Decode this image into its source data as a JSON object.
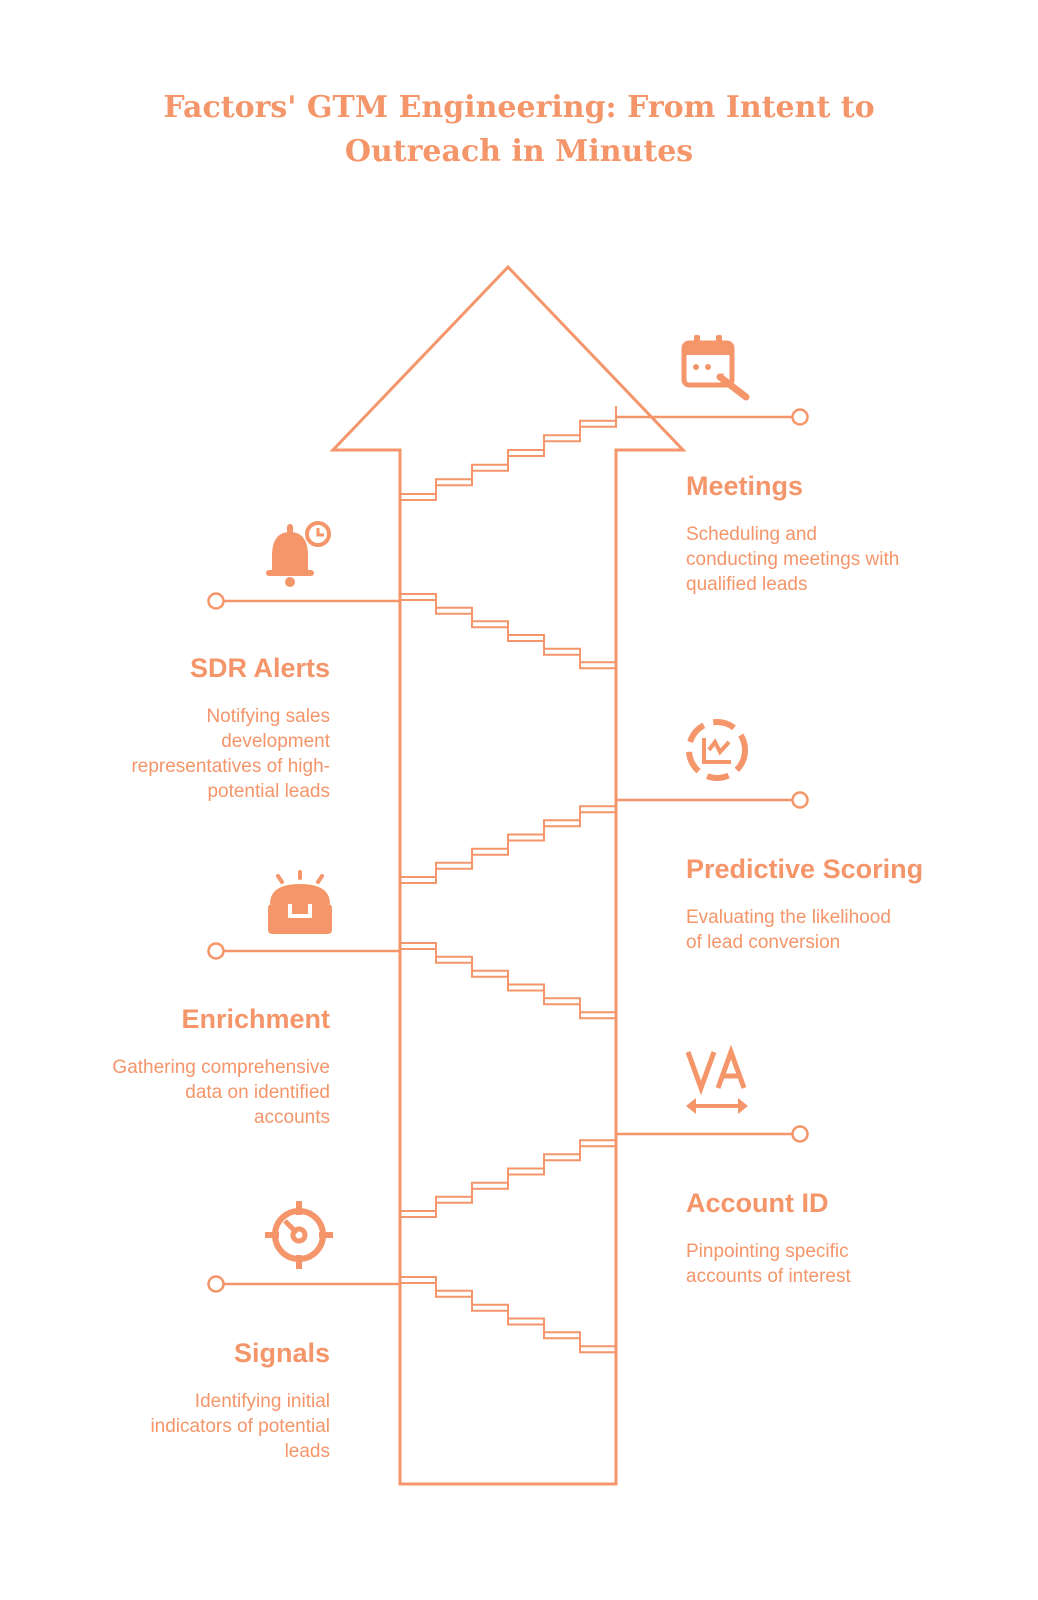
{
  "title": {
    "line1": "Factors' GTM Engineering:  From Intent to",
    "line2": "Outreach in Minutes"
  },
  "colors": {
    "accent": "#f4956a"
  },
  "stages": [
    {
      "id": "meetings",
      "side": "right",
      "icon": "calendar-edit-icon",
      "name": "Meetings",
      "desc": [
        "Scheduling and",
        "conducting meetings with",
        "qualified leads"
      ]
    },
    {
      "id": "sdr-alerts",
      "side": "left",
      "icon": "bell-clock-icon",
      "name": "SDR Alerts",
      "desc": [
        "Notifying sales",
        "development",
        "representatives of high-",
        "potential leads"
      ]
    },
    {
      "id": "predictive-scoring",
      "side": "right",
      "icon": "chart-dashed-circle-icon",
      "name": "Predictive Scoring",
      "desc": [
        "Evaluating the likelihood",
        "of lead conversion"
      ]
    },
    {
      "id": "enrichment",
      "side": "left",
      "icon": "treasure-chest-icon",
      "name": "Enrichment",
      "desc": [
        "Gathering comprehensive",
        "data on identified",
        "accounts"
      ]
    },
    {
      "id": "account-id",
      "side": "right",
      "icon": "va-arrows-icon",
      "name": "Account ID",
      "desc": [
        "Pinpointing specific",
        "accounts of interest"
      ]
    },
    {
      "id": "signals",
      "side": "left",
      "icon": "target-icon",
      "name": "Signals",
      "desc": [
        "Identifying initial",
        "indicators of potential",
        "leads"
      ]
    }
  ]
}
